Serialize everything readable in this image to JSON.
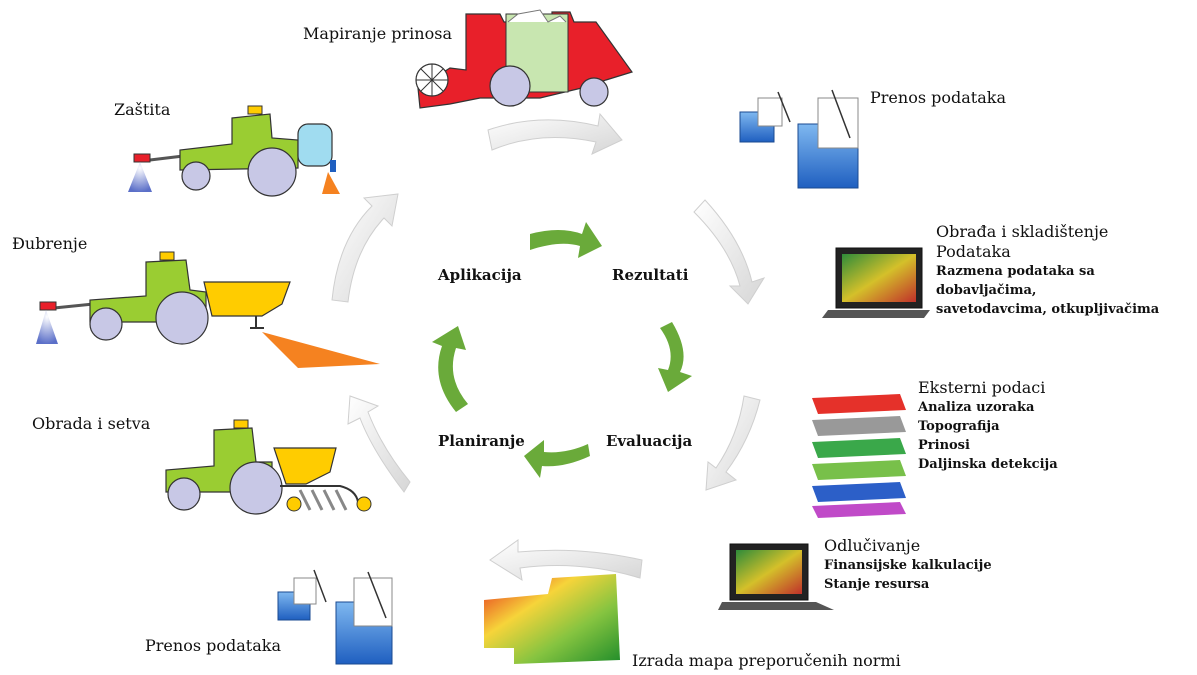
{
  "cycle": {
    "application": "Aplikacija",
    "results": "Rezultati",
    "evaluation": "Evaluacija",
    "planning": "Planiranje"
  },
  "stages": {
    "yield_mapping": "Mapiranje prinosa",
    "protection": "Zaštita",
    "fertilization": "Đubrenje",
    "tillage_sowing": "Obrada i setva",
    "data_transfer_top": "Prenos podataka",
    "data_transfer_bottom": "Prenos podataka",
    "processing": {
      "title_line1": "Obrađa i skladištenje",
      "title_line2": "Podataka",
      "details": [
        "Razmena podataka sa dobavljačima,",
        "savetodavcima, otkupljivačima"
      ]
    },
    "external": {
      "title": "Eksterni podaci",
      "items": [
        "Analiza uzoraka",
        "Topografija",
        "Prinosi",
        "Daljinska detekcija"
      ]
    },
    "decision": {
      "title": "Odlučivanje",
      "items": [
        "Finansijske kalkulacije",
        "Stanje resursa"
      ]
    },
    "recommendation_maps": "Izrada mapa preporučenih normi"
  },
  "colors": {
    "cycle_arrow": "#6aaa3a",
    "tractor": "#9acd32",
    "combine": "#e8202a",
    "spreader": "#ffcc00",
    "spray_cone": "#f58220",
    "wheel": "#c8c8e6"
  }
}
